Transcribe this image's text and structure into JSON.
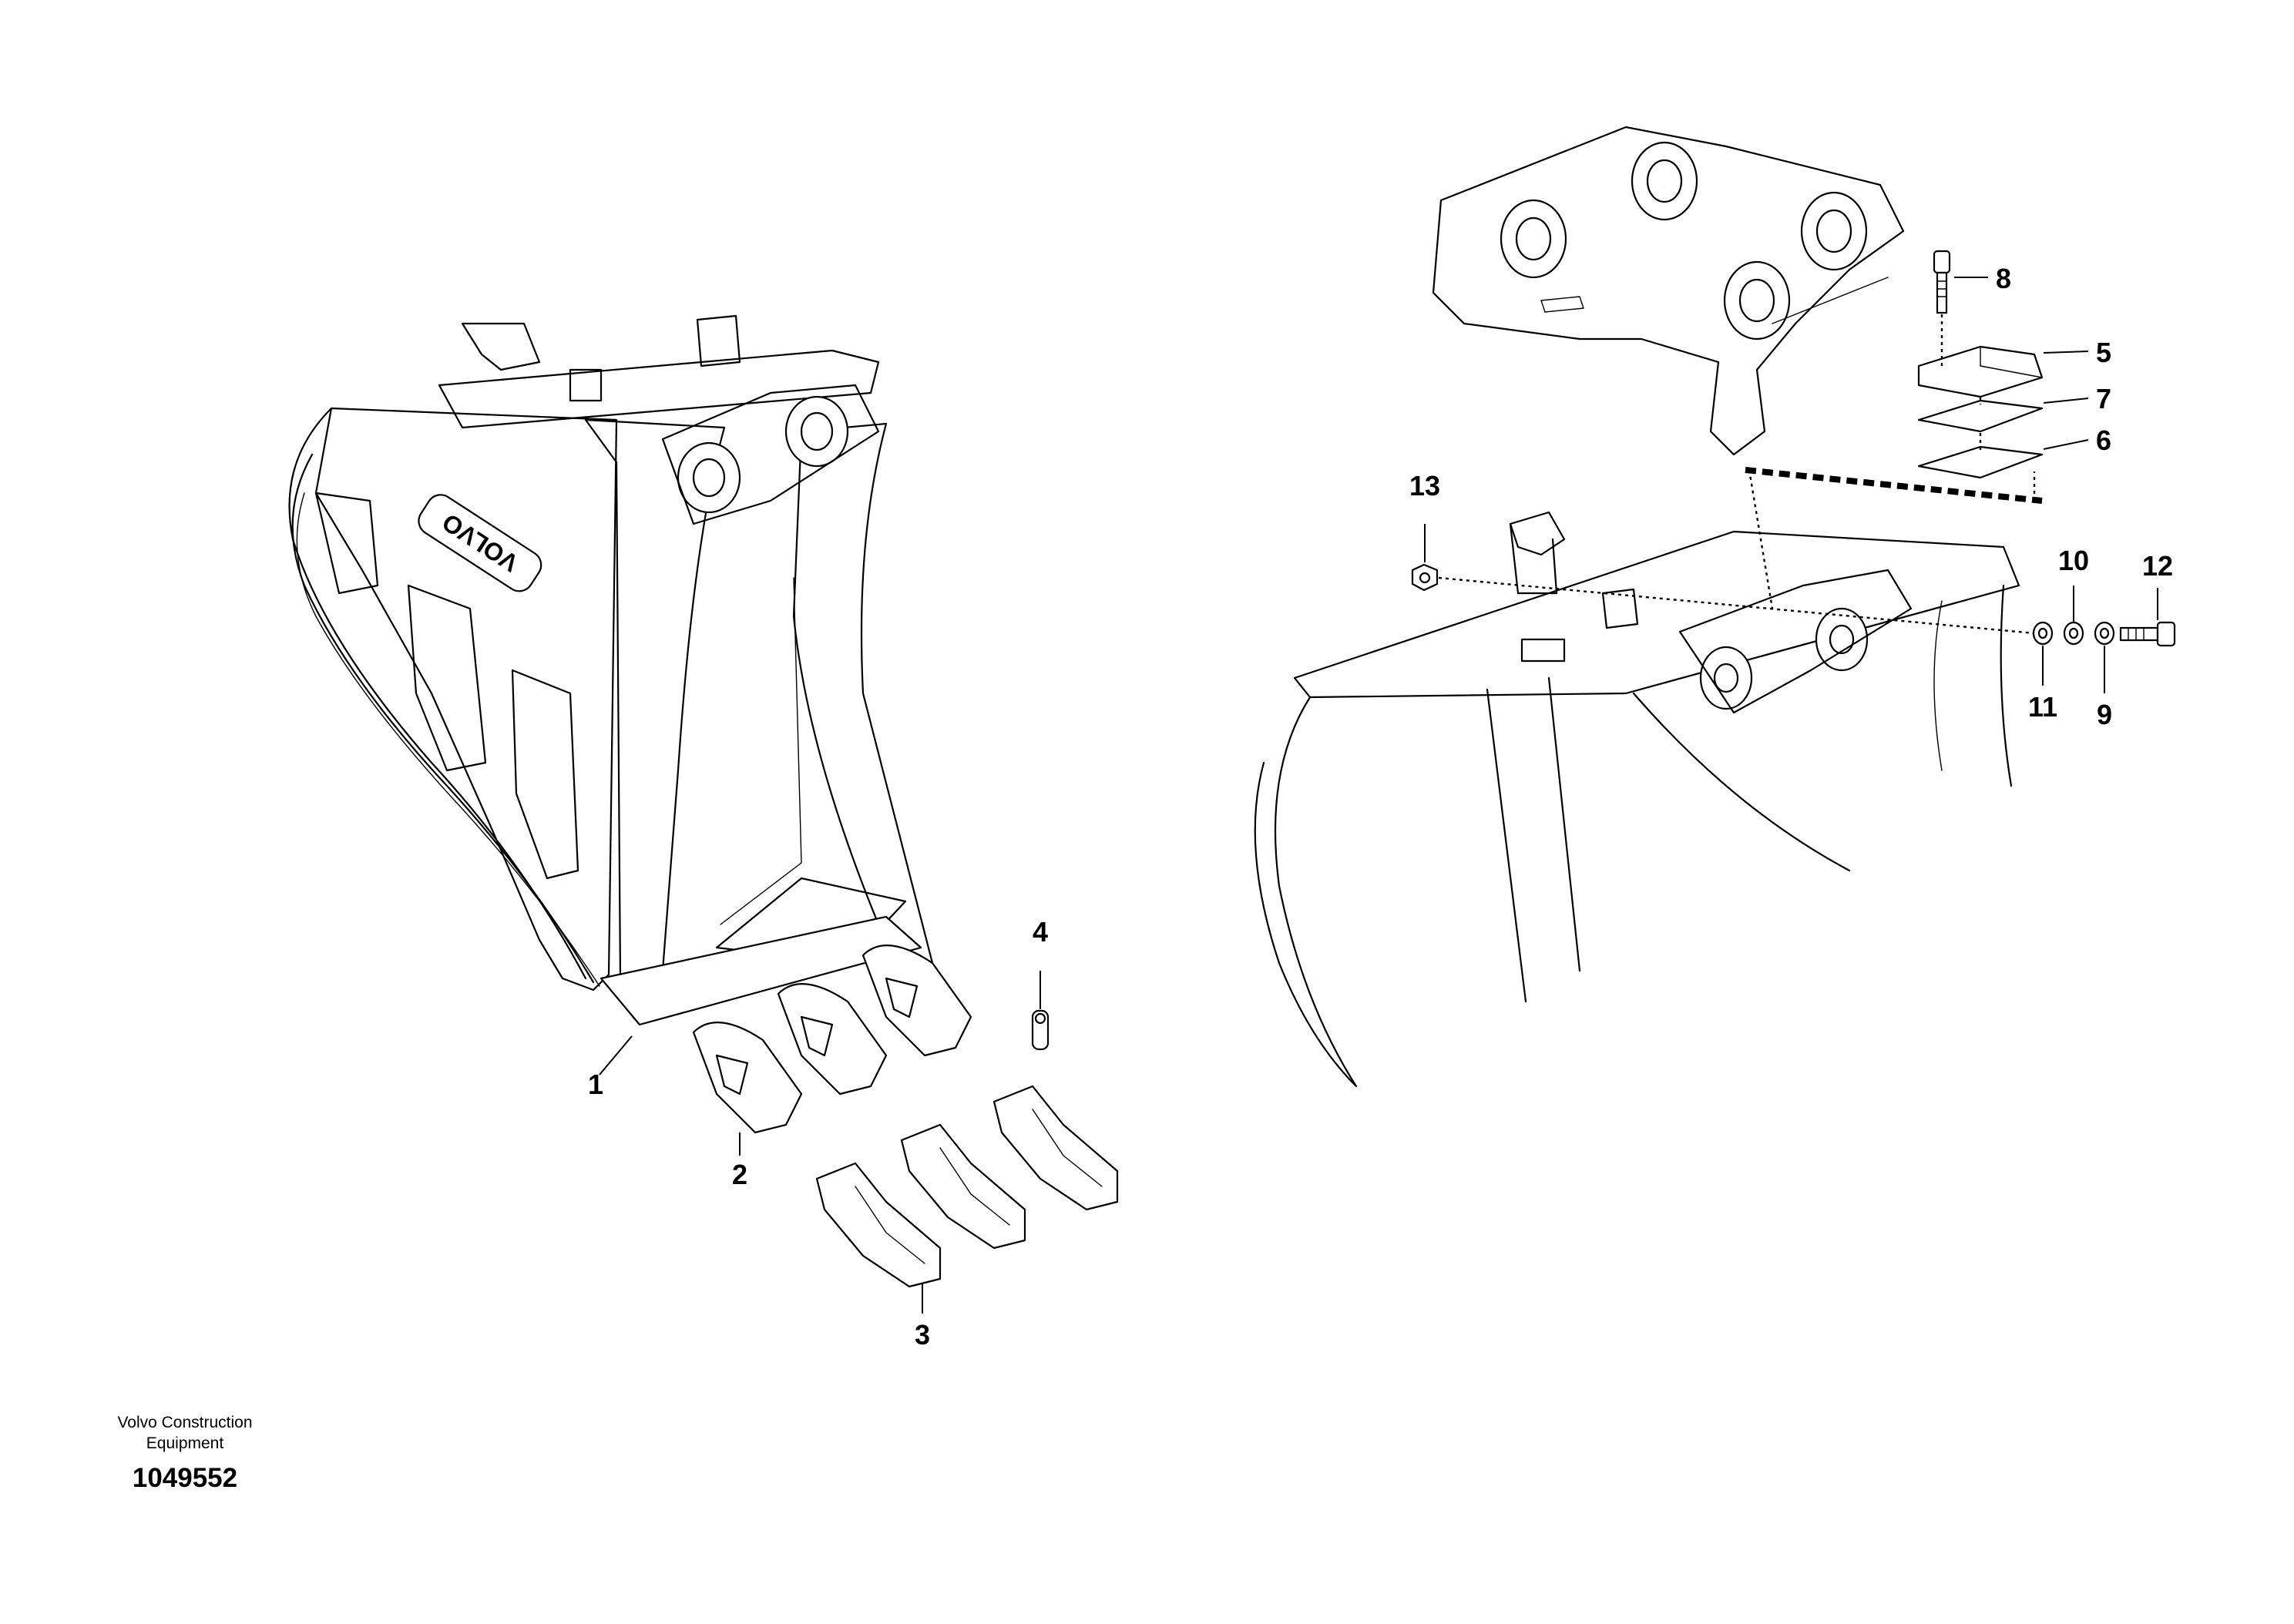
{
  "diagram": {
    "publisher": "Volvo Construction Equipment",
    "publisher_lines": [
      "Volvo Construction",
      "Equipment"
    ],
    "drawing_number": "1049552",
    "bucket_logo_text": "VOLVO",
    "callouts": [
      {
        "id": "c1",
        "label": "1"
      },
      {
        "id": "c2",
        "label": "2"
      },
      {
        "id": "c3",
        "label": "3"
      },
      {
        "id": "c4",
        "label": "4"
      },
      {
        "id": "c5",
        "label": "5"
      },
      {
        "id": "c6",
        "label": "6"
      },
      {
        "id": "c7",
        "label": "7"
      },
      {
        "id": "c8",
        "label": "8"
      },
      {
        "id": "c9",
        "label": "9"
      },
      {
        "id": "c10",
        "label": "10"
      },
      {
        "id": "c11",
        "label": "11"
      },
      {
        "id": "c12",
        "label": "12"
      },
      {
        "id": "c13",
        "label": "13"
      }
    ]
  }
}
